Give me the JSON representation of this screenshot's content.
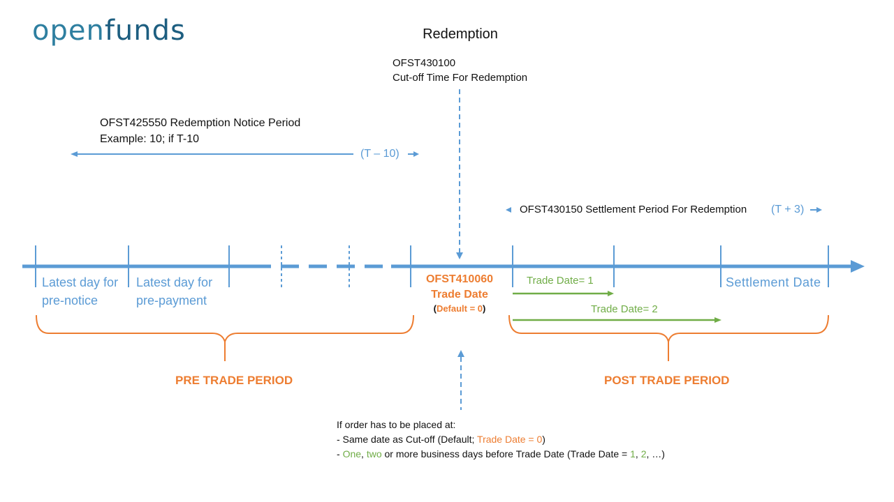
{
  "logo": {
    "part1": "open",
    "part2": "funds"
  },
  "title": "Redemption",
  "cutoff": {
    "code": "OFST430100",
    "label": "Cut-off Time For Redemption"
  },
  "notice": {
    "line1": "OFST425550 Redemption Notice Period",
    "line2": "Example: 10; if T-10",
    "t_label": "(T – 10)"
  },
  "settlement_period": {
    "label": "OFST430150 Settlement Period For Redemption",
    "t_label": "(T + 3)"
  },
  "timeline": {
    "latest_prenotice": [
      "Latest day for",
      "pre-notice"
    ],
    "latest_prepayment": [
      "Latest day for",
      "pre-payment"
    ],
    "trade_code": "OFST410060",
    "trade_label": "Trade Date",
    "default_open": "(",
    "default_text": "Default = 0",
    "default_close": ")",
    "trade_date_1": "Trade Date= 1",
    "trade_date_2": "Trade Date= 2",
    "settlement_date": "Settlement Date"
  },
  "periods": {
    "pre": "PRE TRADE PERIOD",
    "post": "POST TRADE PERIOD"
  },
  "order_note": {
    "line1": "If order has to be placed at:",
    "line2_a": "- Same date as Cut-off (Default; ",
    "line2_b": "Trade Date = 0",
    "line2_c": ")",
    "line3_a": "- ",
    "line3_one": "One",
    "line3_comma": ", ",
    "line3_two": "two",
    "line3_b": " or more business days before Trade Date (Trade Date = ",
    "line3_1": "1",
    "line3_sep": ", ",
    "line3_2": "2",
    "line3_c": ", …)"
  },
  "colors": {
    "blue": "#5b9bd5",
    "orange": "#ed7d31",
    "green": "#70ad47"
  }
}
